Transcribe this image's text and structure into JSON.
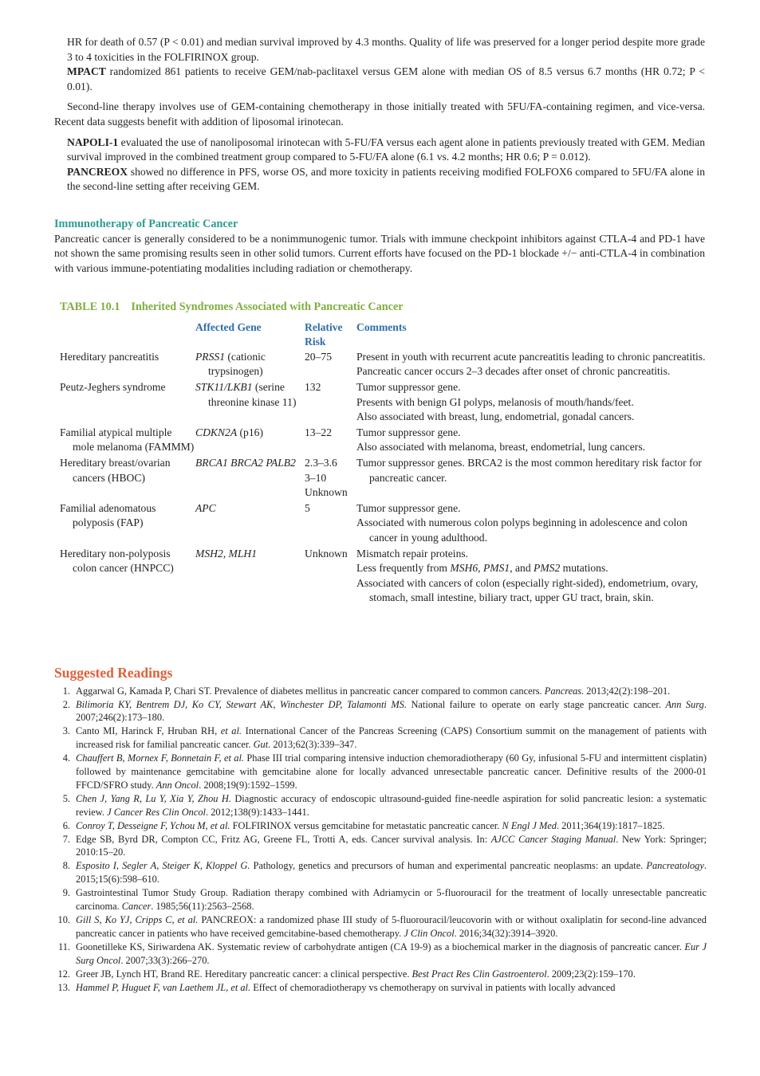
{
  "intro": {
    "p1": "HR for death of 0.57 (P < 0.01) and median survival improved by 4.3 months. Quality of life was preserved for a longer period despite more grade 3 to 4 toxicities in the FOLFIRINOX group.",
    "mpact_name": "MPACT",
    "mpact_text": " randomized 861 patients to receive GEM/nab-paclitaxel versus GEM alone with median OS of 8.5 versus 6.7 months (HR 0.72; P < 0.01).",
    "second_line": "Second-line therapy involves use of GEM-containing chemotherapy in those initially treated with 5FU/FA-containing regimen, and vice-versa. Recent data suggests benefit with addition of liposomal irinotecan.",
    "napoli_name": "NAPOLI-1",
    "napoli_text": " evaluated the use of nanoliposomal irinotecan with 5-FU/FA versus each agent alone in patients previously treated with GEM. Median survival improved in the combined treatment group compared to 5-FU/FA alone (6.1 vs. 4.2 months; HR 0.6; P = 0.012).",
    "pancreox_name": "PANCREOX",
    "pancreox_text": " showed no difference in PFS, worse OS, and more toxicity in patients receiving modified FOLFOX6 compared to 5FU/FA alone in the second-line setting after receiving GEM."
  },
  "immuno": {
    "heading": "Immunotherapy of Pancreatic Cancer",
    "text": "Pancreatic cancer is generally considered to be a nonimmunogenic tumor. Trials with immune checkpoint inhibitors against CTLA-4 and PD-1 have not shown the same promising results seen in other solid tumors. Current efforts have focused on the PD-1 blockade +/− anti-CTLA-4 in combination with various immune-potentiating modalities including radiation or chemotherapy."
  },
  "table": {
    "number": "TABLE 10.1",
    "title": "Inherited Syndromes Associated with Pancreatic Cancer",
    "headers": [
      "",
      "Affected Gene",
      "Relative Risk",
      "Comments"
    ],
    "rows": [
      {
        "syndrome": "Hereditary pancreatitis",
        "gene_italic": "PRSS1",
        "gene_rest": " (cationic trypsinogen)",
        "risk": "20–75",
        "comments": [
          "Present in youth with recurrent acute pancreatitis leading to chronic pancreatitis.",
          "Pancreatic cancer occurs 2–3 decades after onset of chronic pancreatitis."
        ]
      },
      {
        "syndrome": "Peutz-Jeghers syndrome",
        "gene_italic": "STK11/LKB1",
        "gene_rest": " (serine threonine kinase 11)",
        "risk": "132",
        "comments": [
          "Tumor suppressor gene.",
          "Presents with benign GI polyps, melanosis of mouth/hands/feet.",
          "Also associated with breast, lung, endometrial, gonadal cancers."
        ]
      },
      {
        "syndrome": "Familial atypical multiple mole melanoma (FAMMM)",
        "gene_italic": "CDKN2A",
        "gene_rest": " (p16)",
        "risk": "13–22",
        "comments": [
          "Tumor suppressor gene.",
          "Also associated with melanoma, breast, endometrial, lung cancers."
        ]
      },
      {
        "syndrome": "Hereditary breast/ovarian cancers (HBOC)",
        "gene_italic": "BRCA1 BRCA2 PALB2",
        "gene_rest": "",
        "risk_lines": [
          "2.3–3.6",
          "3–10",
          "Unknown"
        ],
        "comments": [
          "Tumor suppressor genes. BRCA2 is the most common hereditary risk factor for pancreatic cancer."
        ]
      },
      {
        "syndrome": "Familial adenomatous polyposis (FAP)",
        "gene_italic": "APC",
        "gene_rest": "",
        "risk": "5",
        "comments": [
          "Tumor suppressor gene.",
          "Associated with numerous colon polyps beginning in adolescence and colon cancer in young adulthood."
        ]
      },
      {
        "syndrome": "Hereditary non-polyposis colon cancer (HNPCC)",
        "gene_italic": "MSH2, MLH1",
        "gene_rest": "",
        "risk": "Unknown",
        "comments": [
          "Mismatch repair proteins.",
          "Associated with cancers of colon (especially right-sided), endometrium, ovary, stomach, small intestine, biliary tract, upper GU tract, brain, skin."
        ],
        "comment_mid": {
          "a": "Less frequently from ",
          "b": "MSH6",
          "c": ", ",
          "d": "PMS1",
          "e": ", and ",
          "f": "PMS2",
          "g": " mutations."
        }
      }
    ]
  },
  "readings": {
    "heading": "Suggested Readings",
    "items": [
      {
        "n": "1.",
        "a": "Aggarwal G, Kamada P, Chari ST. Prevalence of diabetes mellitus in pancreatic cancer compared to common cancers. ",
        "j": "Pancreas.",
        "b": " 2013;42(2):198–201."
      },
      {
        "n": "2.",
        "au": "Bilimoria KY, Bentrem DJ, Ko CY, Stewart AK, Winchester DP, Talamonti MS.",
        "a": " National failure to operate on early stage pancreatic cancer. ",
        "j": "Ann Surg",
        "b": ". 2007;246(2):173–180."
      },
      {
        "n": "3.",
        "a": "Canto MI, Harinck F, Hruban RH, ",
        "e": "et al.",
        "a2": " International Cancer of the Pancreas Screening (CAPS) Consortium summit on the management of patients with increased risk for familial pancreatic cancer. ",
        "j": "Gut",
        "b": ". 2013;62(3):339–347."
      },
      {
        "n": "4.",
        "au": "Chauffert B, Mornex F, Bonnetain F, et al.",
        "a": " Phase III trial comparing intensive induction chemoradiotherapy (60 Gy, infusional 5-FU and intermittent cisplatin) followed by maintenance gemcitabine with gemcitabine alone for locally advanced unresectable pancreatic cancer. Definitive results of the 2000-01 FFCD/SFRO study. ",
        "j": "Ann Oncol",
        "b": ". 2008;19(9):1592–1599."
      },
      {
        "n": "5.",
        "au": "Chen J, Yang R, Lu Y, Xia Y, Zhou H.",
        "a": " Diagnostic accuracy of endoscopic ultrasound-guided fine-needle aspiration for solid pancreatic lesion: a systematic review. ",
        "j": "J Cancer Res Clin Oncol",
        "b": ". 2012;138(9):1433–1441."
      },
      {
        "n": "6.",
        "au": "Conroy T, Desseigne F, Ychou M, et al.",
        "a": " FOLFIRINOX versus gemcitabine for metastatic pancreatic cancer. ",
        "j": "N Engl J Med",
        "b": ". 2011;364(19):1817–1825."
      },
      {
        "n": "7.",
        "a": "Edge SB, Byrd DR, Compton CC, Fritz AG, Greene FL, Trotti A, eds. Cancer survival analysis. In: ",
        "j": "AJCC Cancer Staging Manual",
        "b": ". New York: Springer; 2010:15–20."
      },
      {
        "n": "8.",
        "au": "Esposito I, Segler A, Steiger K, Kloppel G.",
        "a": " Pathology, genetics and precursors of human and experimental pancreatic neoplasms: an update. ",
        "j": "Pancreatology",
        "b": ". 2015;15(6):598–610."
      },
      {
        "n": "9.",
        "a": " Gastrointestinal Tumor Study Group. Radiation therapy combined with Adriamycin or 5-fluorouracil for the treatment of locally unresectable pancreatic carcinoma. ",
        "j": "Cancer",
        "b": ". 1985;56(11):2563–2568."
      },
      {
        "n": "10.",
        "au": "Gill S, Ko YJ, Cripps C, et al.",
        "a": " PANCREOX: a randomized phase III study of 5-fluorouracil/leucovorin with or without oxaliplatin for second-line advanced pancreatic cancer in patients who have received gemcitabine-based chemotherapy. ",
        "j": "J Clin Oncol",
        "b": ". 2016;34(32):3914–3920."
      },
      {
        "n": "11.",
        "a": "Goonetilleke KS, Siriwardena AK. Systematic review of carbohydrate antigen (CA 19-9) as a biochemical marker in the diagnosis of pancreatic cancer. ",
        "j": "Eur J Surg Oncol",
        "b": ". 2007;33(3):266–270."
      },
      {
        "n": "12.",
        "a": "Greer JB, Lynch HT, Brand RE. Hereditary pancreatic cancer: a clinical perspective. ",
        "j": "Best Pract Res Clin Gastroenterol",
        "b": ". 2009;23(2):159–170."
      },
      {
        "n": "13.",
        "au": "Hammel P, Huguet F, van Laethem JL, et al.",
        "a": " Effect of chemoradiotherapy vs chemotherapy on survival in patients with locally advanced"
      }
    ]
  }
}
